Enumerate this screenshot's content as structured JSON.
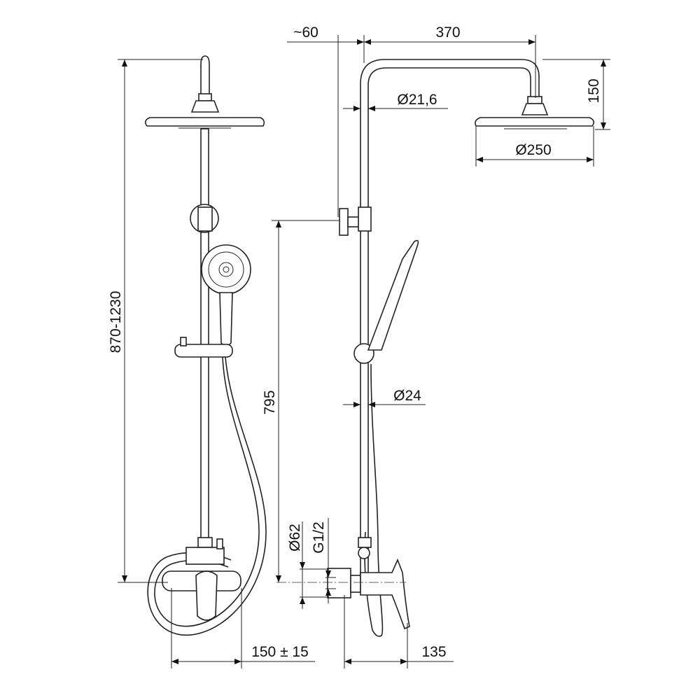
{
  "drawing": {
    "title": "Shower system dimension drawing",
    "dimensions": {
      "offset_wall": "~60",
      "arm_length": "370",
      "arm_drop": "150",
      "rail_top_diameter": "Ø21,6",
      "head_diameter": "Ø250",
      "total_height": "870-1230",
      "bracket_height": "795",
      "rail_diameter": "Ø24",
      "escutcheon_diameter": "Ø62",
      "thread": "G1/2",
      "center_distance": "150 ± 15",
      "mixer_projection": "135"
    },
    "colors": {
      "line": "#222222",
      "background": "#ffffff"
    }
  }
}
